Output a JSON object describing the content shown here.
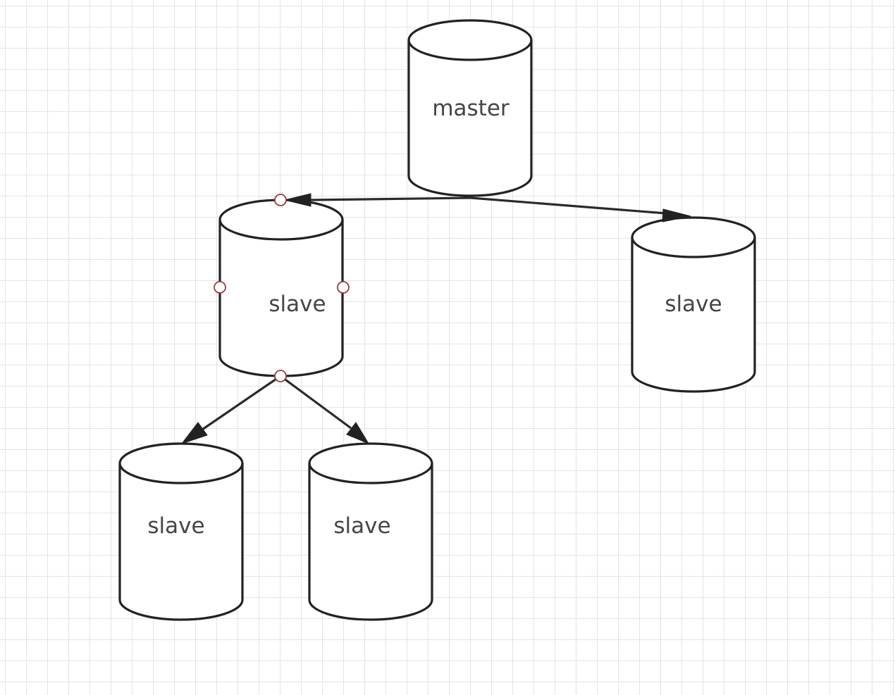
{
  "nodes": {
    "master": {
      "label": "master"
    },
    "slave_left": {
      "label": "slave"
    },
    "slave_right": {
      "label": "slave"
    },
    "slave_bottom_left": {
      "label": "slave"
    },
    "slave_bottom_right": {
      "label": "slave"
    }
  },
  "edges": [
    {
      "from": "master",
      "to": "slave_left"
    },
    {
      "from": "master",
      "to": "slave_right"
    },
    {
      "from": "slave_left",
      "to": "slave_bottom_left"
    },
    {
      "from": "slave_left",
      "to": "slave_bottom_right"
    }
  ],
  "selected_node": "slave_left",
  "colors": {
    "stroke": "#222222",
    "label": "#454545",
    "selection_handle": "#9a3a3a",
    "grid": "#e4e4e4"
  }
}
